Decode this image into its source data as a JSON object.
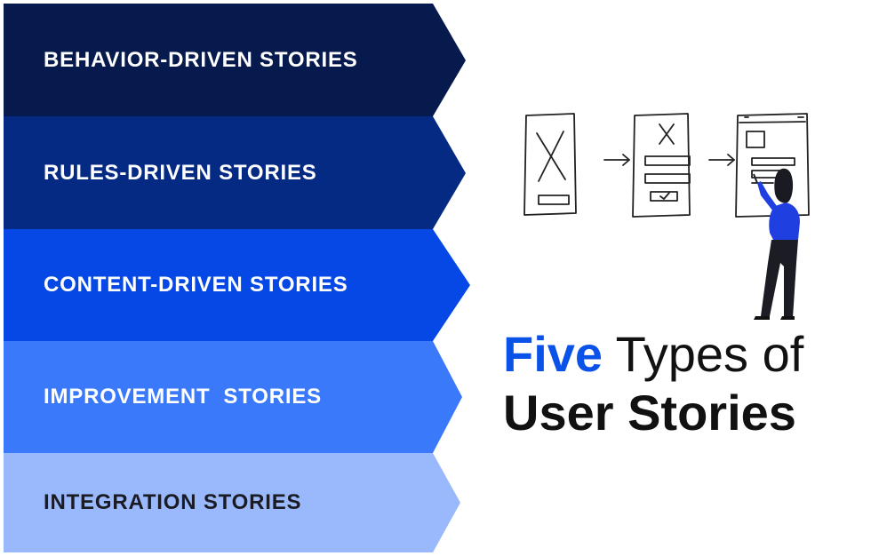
{
  "chevrons": [
    {
      "label": "BEHAVIOR-DRIVEN STORIES",
      "color": "#071a4e"
    },
    {
      "label": "RULES-DRIVEN STORIES",
      "color": "#052a84"
    },
    {
      "label": "CONTENT-DRIVEN STORIES",
      "color": "#0548e6"
    },
    {
      "label": "IMPROVEMENT  STORIES",
      "color": "#3b79fb"
    },
    {
      "label": "INTEGRATION STORIES",
      "color": "#9ab9fd"
    }
  ],
  "title": {
    "accent": "Five",
    "rest": " Types of",
    "line2": "User Stories",
    "accent_color": "#0a52e8"
  },
  "illustration": {
    "subject": "wireframe-sketches-with-woman",
    "figure_color": "#1f3fe0"
  }
}
